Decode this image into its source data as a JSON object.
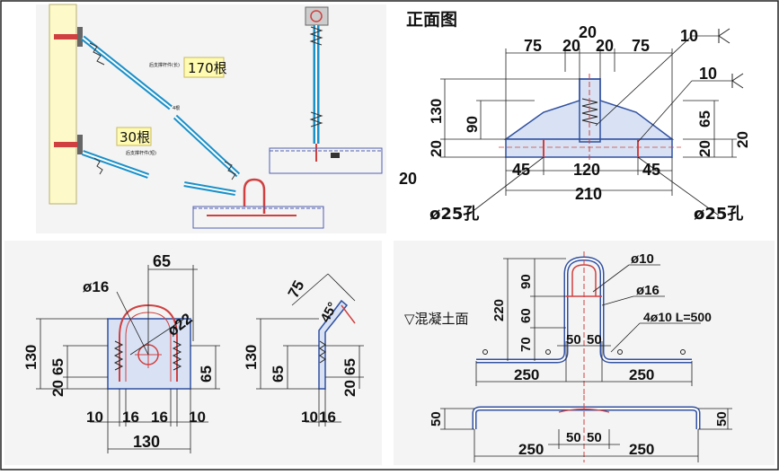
{
  "top_right": {
    "title": "正面图",
    "d20_top": "20",
    "d75_left": "75",
    "d20_a": "20",
    "d20_b": "20",
    "d75_right": "75",
    "weld_top": "10",
    "weld_right": "10",
    "d130": "130",
    "d90": "90",
    "d20_left": "20",
    "d65_right": "65",
    "d20_r1": "20",
    "d20_r2": "20",
    "d45_left": "45",
    "d120": "120",
    "d45_right": "45",
    "d210": "210",
    "d20_side": "20",
    "hole_left": "ø25孔",
    "hole_right": "ø25孔"
  },
  "top_left": {
    "label_170": "170根",
    "label_30": "30根",
    "small_a": "后支撑杆件(长)",
    "small_b": "后支撑杆件(短)",
    "small_c": "4根"
  },
  "bottom_left": {
    "d65_top": "65",
    "d16_label": "ø16",
    "d22_label": "ø22",
    "d130_left": "130",
    "d65_left": "65",
    "d20_left": "20",
    "d65_mid": "65",
    "d10_a": "10",
    "d16_a": "16",
    "d16_b": "16",
    "d10_b": "10",
    "d130_bottom": "130",
    "side_75": "75",
    "side_45": "45°",
    "side_130": "130",
    "side_65": "65",
    "side_20": "20",
    "side_65b": "65",
    "side_10": "10",
    "side_16": "16"
  },
  "bottom_right": {
    "concrete": "▽混凝土面",
    "d10_label": "ø10",
    "d16_label": "ø16",
    "rebar_label": "4ø10 L=500",
    "d220": "220",
    "d90": "90",
    "d60": "60",
    "d70": "70",
    "d50_a": "50",
    "d50_b": "50",
    "d250_left": "250",
    "d250_right": "250",
    "plan_50_left": "50",
    "plan_50_right": "50",
    "plan_50_a": "50",
    "plan_50_b": "50",
    "plan_250_left": "250",
    "plan_250_right": "250"
  }
}
